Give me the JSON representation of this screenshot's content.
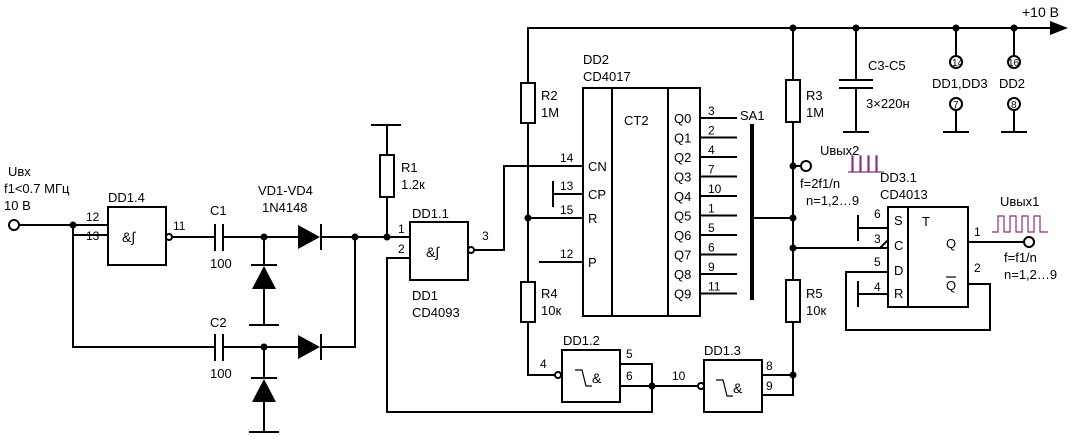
{
  "supply": {
    "label": "+10 В"
  },
  "input": {
    "name": "Uвх",
    "freq": "f1<0.7 МГц",
    "amp": "10 В"
  },
  "dd1_4": {
    "name": "DD1.4",
    "pin_a": "12",
    "pin_b": "13",
    "pin_out": "11",
    "symbol": "&∫"
  },
  "c1": {
    "name": "C1",
    "value": "100"
  },
  "c2": {
    "name": "C2",
    "value": "100"
  },
  "diodes": {
    "name": "VD1-VD4",
    "type": "1N4148"
  },
  "r1": {
    "name": "R1",
    "value": "1.2к"
  },
  "dd1_1": {
    "name": "DD1.1",
    "pin_a": "1",
    "pin_b": "2",
    "pin_out": "3",
    "symbol": "&∫",
    "chip": "DD1",
    "part": "CD4093"
  },
  "r2": {
    "name": "R2",
    "value": "1М"
  },
  "r4": {
    "name": "R4",
    "value": "10к"
  },
  "dd2": {
    "name": "DD2",
    "part": "CD4017",
    "type": "CT2",
    "inputs": [
      {
        "pin": "14",
        "label": "CN"
      },
      {
        "pin": "13",
        "label": "CP"
      },
      {
        "pin": "15",
        "label": "R"
      },
      {
        "pin": "12",
        "label": "P"
      }
    ],
    "outputs": [
      {
        "label": "Q0",
        "pin": "3"
      },
      {
        "label": "Q1",
        "pin": "2"
      },
      {
        "label": "Q2",
        "pin": "4"
      },
      {
        "label": "Q3",
        "pin": "7"
      },
      {
        "label": "Q4",
        "pin": "10"
      },
      {
        "label": "Q5",
        "pin": "1"
      },
      {
        "label": "Q6",
        "pin": "5"
      },
      {
        "label": "Q7",
        "pin": "6"
      },
      {
        "label": "Q8",
        "pin": "9"
      },
      {
        "label": "Q9",
        "pin": "11"
      }
    ]
  },
  "sa1": {
    "name": "SA1"
  },
  "r3": {
    "name": "R3",
    "value": "1М"
  },
  "r5": {
    "name": "R5",
    "value": "10к"
  },
  "c3": {
    "name": "C3-C5",
    "value": "3×220н"
  },
  "power_pins": {
    "chips_a": "DD1,DD3",
    "pin_a_vcc": "14",
    "pin_a_gnd": "7",
    "chips_b": "DD2",
    "pin_b_vcc": "16",
    "pin_b_gnd": "8"
  },
  "out2": {
    "name": "Uвых2",
    "freq": "f=2f1/n",
    "n": "n=1,2…9"
  },
  "dd3_1": {
    "name": "DD3.1",
    "part": "CD4013",
    "type": "T",
    "pin_s": "6",
    "label_s": "S",
    "pin_c": "3",
    "label_c": "C",
    "pin_d": "5",
    "label_d": "D",
    "pin_r": "4",
    "label_r": "R",
    "pin_q": "1",
    "label_q": "Q",
    "pin_qn": "2",
    "label_qn": "Q"
  },
  "out1": {
    "name": "Uвых1",
    "freq": "f=f1/n",
    "n": "n=1,2…9"
  },
  "dd1_2": {
    "name": "DD1.2",
    "pin_in": "4",
    "pin_a": "5",
    "pin_b": "6",
    "symbol": "&"
  },
  "dd1_3": {
    "name": "DD1.3",
    "pin_a": "8",
    "pin_b": "9",
    "pin_out": "10",
    "symbol": "&"
  },
  "colors": {
    "wire": "#000000",
    "pulse": "#8b2f7a",
    "background": "#ffffff"
  }
}
